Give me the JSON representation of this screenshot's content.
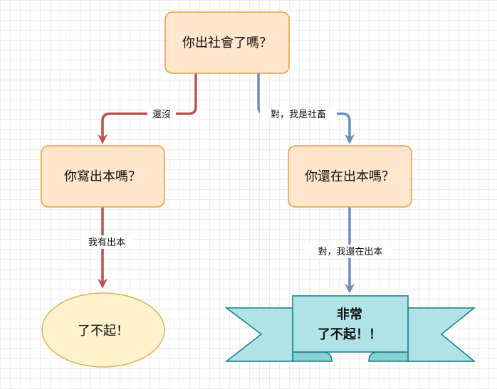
{
  "nodes": {
    "root": {
      "label": "你出社會了嗎？"
    },
    "left": {
      "label": "你寫出本嗎？"
    },
    "right": {
      "label": "你還在出本嗎？"
    },
    "left_result": {
      "label": "了不起！"
    },
    "right_result": {
      "line1": "非常",
      "line2": "了不起！！"
    }
  },
  "edges": {
    "root_to_left": {
      "label": "還沒"
    },
    "root_to_right": {
      "label": "對，我是社畜"
    },
    "left_to_result": {
      "label": "我有出本"
    },
    "right_to_result": {
      "label": "對，我還在出本"
    }
  },
  "colors": {
    "process_fill": "#ffe6cc",
    "process_stroke": "#e2a03f",
    "ellipse_fill": "#fff2cc",
    "ellipse_stroke": "#d6b656",
    "banner_fill": "#b0e3e6",
    "banner_stroke": "#0e8088",
    "edge_red": "#b85450",
    "edge_blue": "#6c8ebf"
  }
}
